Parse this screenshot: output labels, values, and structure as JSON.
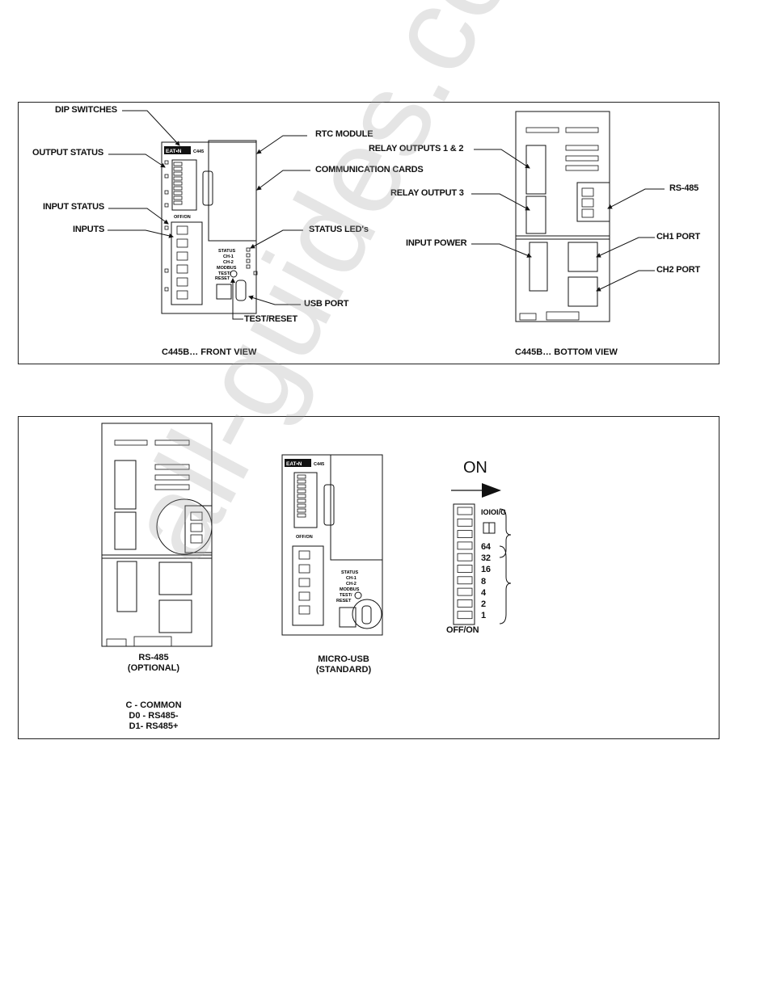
{
  "top_panel": {
    "front_labels": {
      "dip_switches": "DIP SWITCHES",
      "output_status": "OUTPUT STATUS",
      "input_status": "INPUT STATUS",
      "inputs": "INPUTS",
      "rtc_module": "RTC MODULE",
      "communication_cards": "COMMUNICATION CARDS",
      "status_leds": "STATUS LED's",
      "usb_port": "USB PORT",
      "test_reset": "TEST/RESET"
    },
    "bottom_labels": {
      "relay_outputs_1_2": "RELAY OUTPUTS 1 & 2",
      "relay_output_3": "RELAY OUTPUT 3",
      "input_power": "INPUT POWER",
      "rs485": "RS-485",
      "ch1_port": "CH1 PORT",
      "ch2_port": "CH2 PORT"
    },
    "front_caption": "C445B… FRONT VIEW",
    "bottom_caption": "C445B… BOTTOM VIEW"
  },
  "bottom_panel": {
    "rs485_caption_line1": "RS-485",
    "rs485_caption_line2": "(OPTIONAL)",
    "micro_usb_caption_line1": "MICRO-USB",
    "micro_usb_caption_line2": "(STANDARD)",
    "legend_line1": "C - COMMON",
    "legend_line2": "D0 - RS485-",
    "legend_line3": "D1- RS485+",
    "on_label": "ON",
    "off_on_label": "OFF/ON",
    "dip_values": [
      "64",
      "32",
      "16",
      "8",
      "4",
      "2",
      "1"
    ]
  },
  "device": {
    "brand": "EAT•N",
    "model": "C445",
    "status": "STATUS",
    "ch1": "CH-1",
    "ch2": "CH-2",
    "modbus": "MODBUS",
    "test": "TEST/",
    "reset": "RESET",
    "off_on": "OFF/ON",
    "dip_values": [
      "64",
      "32",
      "16",
      "8",
      "4",
      "2",
      "1"
    ]
  },
  "watermark": "all-guides.com"
}
